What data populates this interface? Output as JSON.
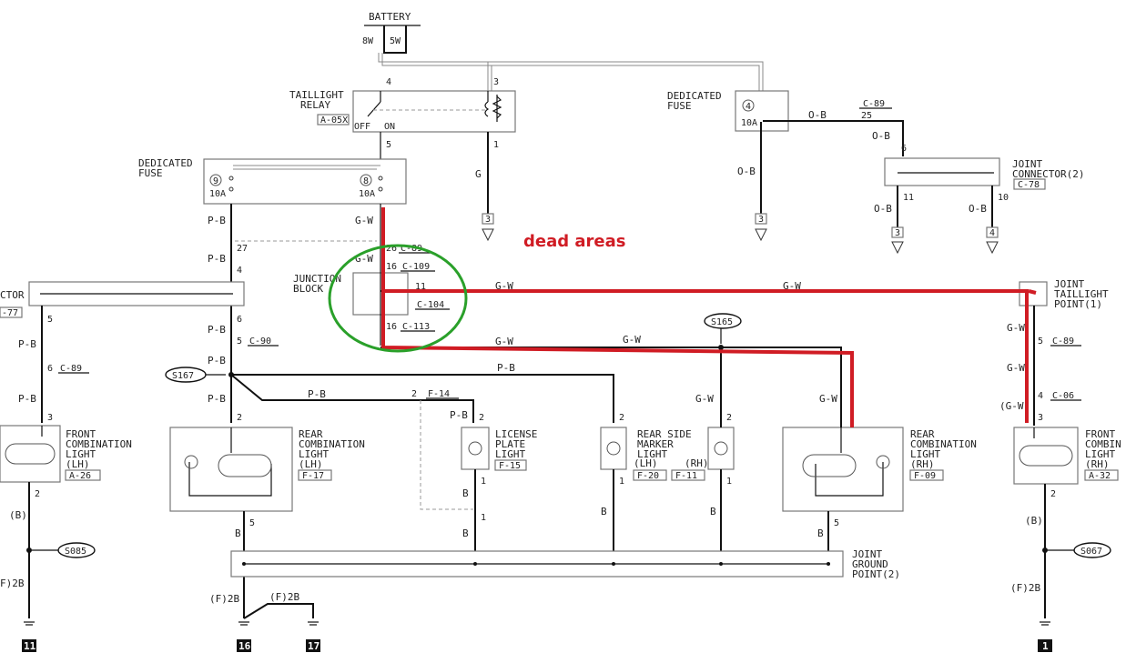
{
  "battery": {
    "label": "BATTERY",
    "w8": "8W",
    "w5": "5W"
  },
  "relay": {
    "label1": "TAILLIGHT",
    "label2": "RELAY",
    "code": "A-05X",
    "off": "OFF",
    "on": "ON",
    "p4": "4",
    "p3": "3",
    "p5": "5",
    "p1": "1"
  },
  "fuse_left": {
    "label1": "DEDICATED",
    "label2": "FUSE",
    "f9": "9",
    "f8": "8",
    "amp9": "10A",
    "amp8": "10A"
  },
  "fuse_right": {
    "label1": "DEDICATED",
    "label2": "FUSE",
    "f4": "4",
    "amp": "10A"
  },
  "wires": {
    "g": "G",
    "gw": "G-W",
    "pb": "P-B",
    "ob": "O-B",
    "b": "B",
    "b_paren": "(B)",
    "gw_paren": "(G-W",
    "f2b": "(F)2B",
    "f2b_cut": "F)2B"
  },
  "pins": {
    "n27": "27",
    "n4": "4",
    "n6": "6",
    "n5": "5",
    "n26": "26",
    "n16": "16",
    "n11": "11",
    "n3": "3",
    "n2": "2",
    "n1": "1",
    "n25": "25",
    "n10": "10"
  },
  "connectors": {
    "c89": "C-89",
    "c109": "C-109",
    "c104": "C-104",
    "c113": "C-113",
    "c90": "C-90",
    "c06": "C-06",
    "c77": "-77",
    "c78": "C-78",
    "f14": "F-14",
    "c89_top": "C-89"
  },
  "junction_block": {
    "label1": "JUNCTION",
    "label2": "BLOCK"
  },
  "joint_connector": {
    "label1": "JOINT",
    "label2": "CONNECTOR(2)"
  },
  "joint_taillight": {
    "label1": "JOINT",
    "label2": "TAILLIGHT",
    "label3": "POINT(1)"
  },
  "joint_ground": {
    "label1": "JOINT",
    "label2": "GROUND",
    "label3": "POINT(2)"
  },
  "left_connector": {
    "label": "CTOR"
  },
  "splices": {
    "s167": "S167",
    "s165": "S165",
    "s085": "S085",
    "s067": "S067"
  },
  "lamps": {
    "front_lh": {
      "l1": "FRONT",
      "l2": "COMBINATION",
      "l3": "LIGHT",
      "l4": "(LH)",
      "code": "A-26"
    },
    "rear_lh": {
      "l1": "REAR",
      "l2": "COMBINATION",
      "l3": "LIGHT",
      "l4": "(LH)",
      "code": "F-17"
    },
    "license": {
      "l1": "LICENSE",
      "l2": "PLATE",
      "l3": "LIGHT",
      "code": "F-15"
    },
    "side_marker": {
      "l1": "REAR SIDE",
      "l2": "MARKER",
      "l3": "LIGHT",
      "lh": "(LH)",
      "rh": "(RH)",
      "code_lh": "F-20",
      "code_rh": "F-11"
    },
    "rear_rh": {
      "l1": "REAR",
      "l2": "COMBINATION",
      "l3": "LIGHT",
      "l4": "(RH)",
      "code": "F-09"
    },
    "front_rh": {
      "l1": "FRONT",
      "l2": "COMBIN",
      "l3": "LIGHT",
      "l4": "(RH)",
      "code": "A-32"
    }
  },
  "grounds": {
    "g11": "11",
    "g16": "16",
    "g17": "17",
    "g1": "1"
  },
  "refs": {
    "r3": "3",
    "r4": "4"
  },
  "annotation": {
    "dead_areas": "dead areas",
    "color": "#d01c24",
    "circle_color": "#2aa02a"
  }
}
